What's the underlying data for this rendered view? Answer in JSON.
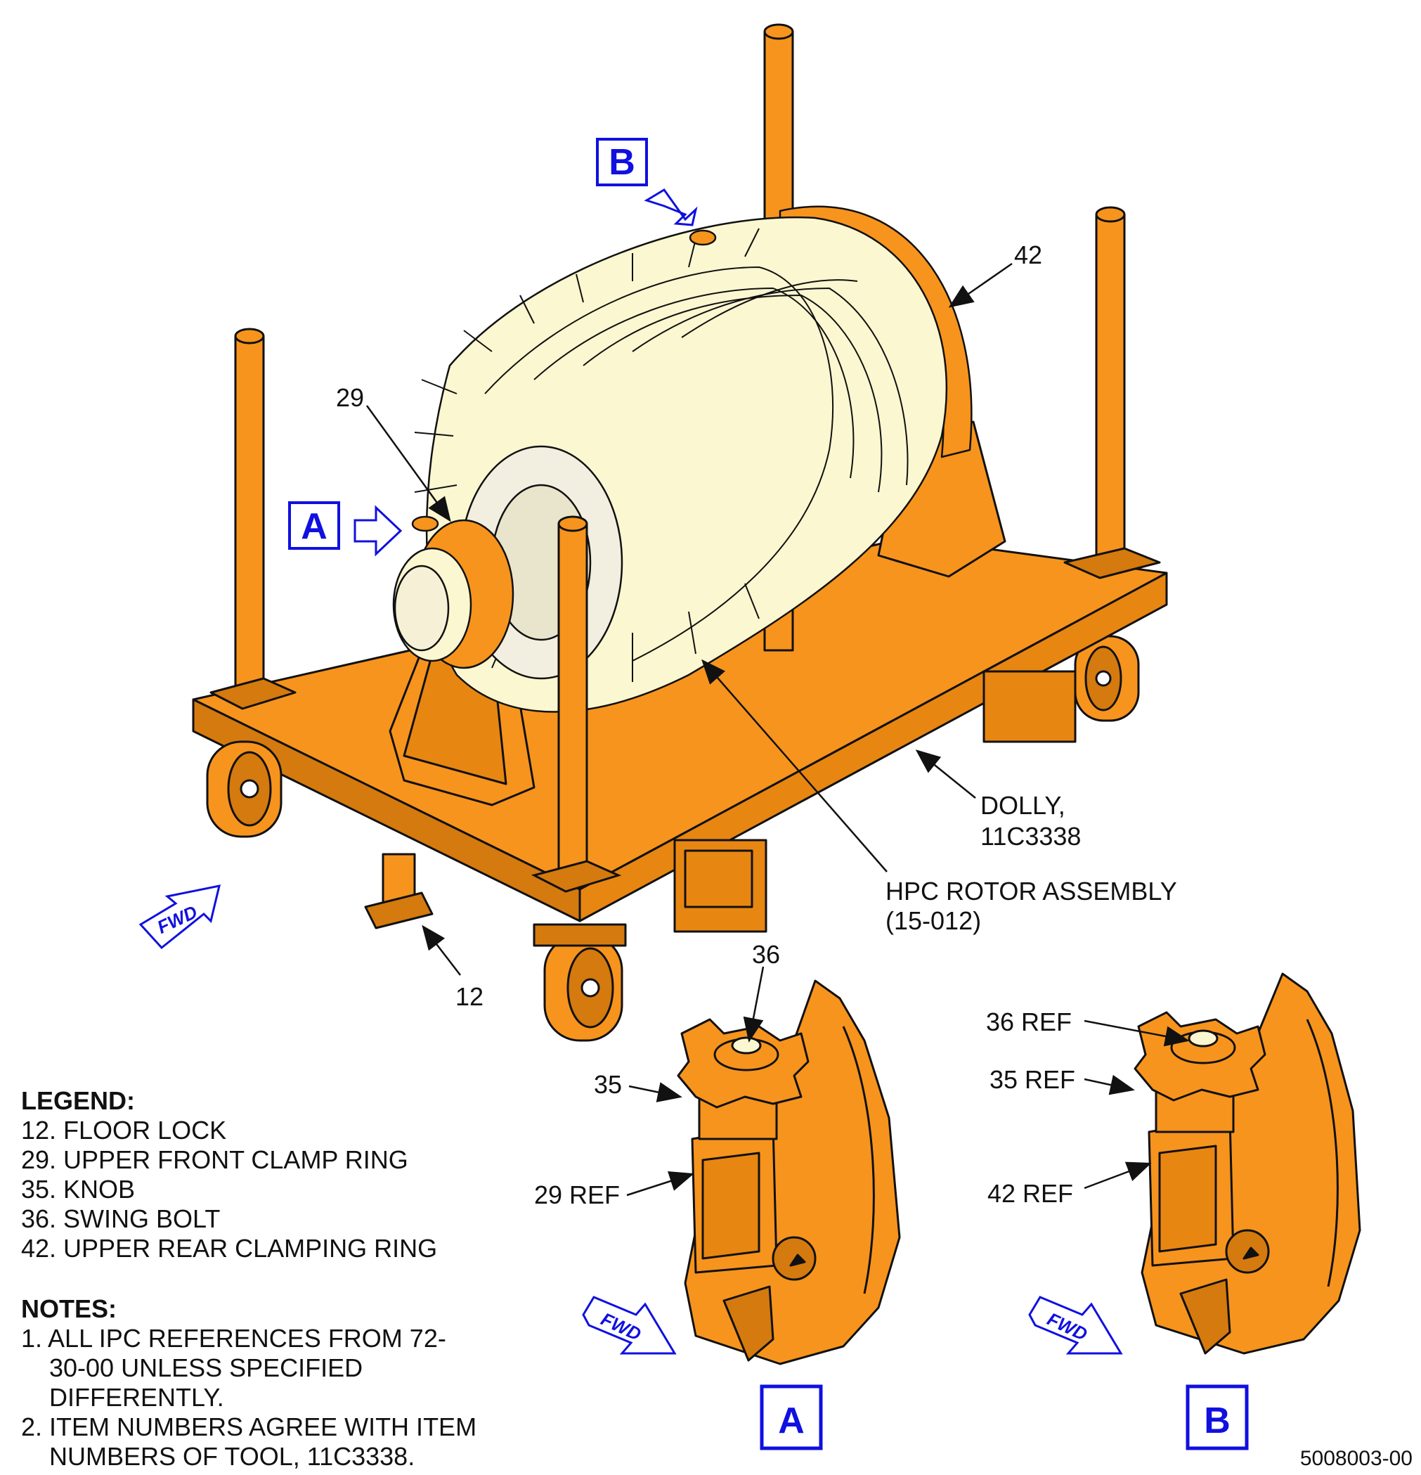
{
  "figure_number": "5008003-00",
  "colors": {
    "dolly": "#f7941d",
    "dolly_dark": "#d47a0e",
    "blade": "#fbf7d0",
    "line": "#111111",
    "view_blue": "#1010e0"
  },
  "views": {
    "a_letter": "A",
    "b_letter": "B",
    "fwd_label": "FWD"
  },
  "callouts": {
    "c42": "42",
    "c29": "29",
    "c12": "12",
    "dolly_l1": "DOLLY,",
    "dolly_l2": "11C3338",
    "hpc_l1": "HPC ROTOR ASSEMBLY",
    "hpc_l2": "(15-012)",
    "a36": "36",
    "a35": "35",
    "a29ref": "29 REF",
    "b36ref": "36 REF",
    "b35ref": "35 REF",
    "b42ref": "42 REF"
  },
  "legend": {
    "title": "LEGEND:",
    "items": [
      "12. FLOOR LOCK",
      "29. UPPER FRONT CLAMP RING",
      "35. KNOB",
      "36. SWING BOLT",
      "42. UPPER REAR CLAMPING RING"
    ]
  },
  "notes": {
    "title": "NOTES:",
    "items": [
      "1. ALL IPC REFERENCES FROM 72-30-00 UNLESS SPECIFIED DIFFERENTLY.",
      "2. ITEM NUMBERS AGREE WITH ITEM NUMBERS OF TOOL, 11C3338."
    ]
  }
}
